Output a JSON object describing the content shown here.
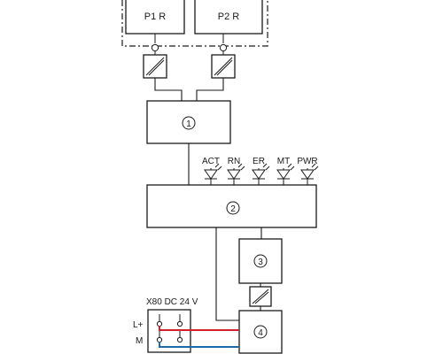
{
  "ports": {
    "p1": "P1 R",
    "p2": "P2 R"
  },
  "units": {
    "u1": "1",
    "u2": "2",
    "u3": "3",
    "u4": "4"
  },
  "leds": [
    "ACT",
    "RN",
    "ER",
    "MT",
    "PWR"
  ],
  "supply": {
    "title": "X80 DC 24 V",
    "plus_label": "L+",
    "minus_label": "M"
  },
  "colors": {
    "line": "#1a1a1a",
    "plus_wire": "#d4202a",
    "minus_wire": "#1e6aa6"
  }
}
